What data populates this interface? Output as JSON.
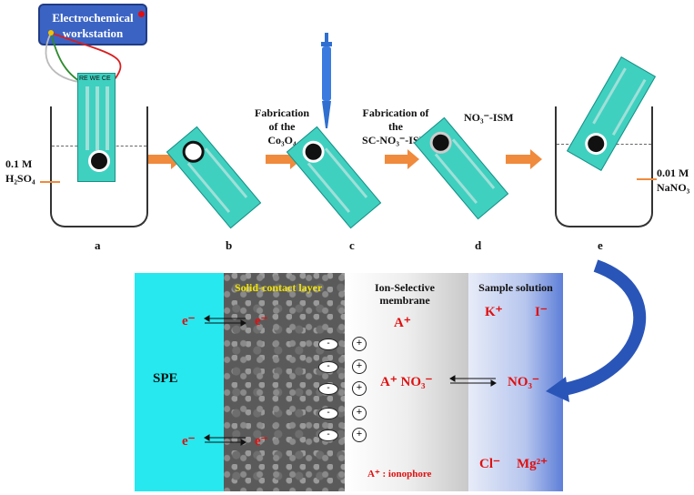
{
  "workstation": {
    "line1": "Electrochemical",
    "line2": "workstation"
  },
  "electrode_labels": "RE WE CE",
  "left_solution": {
    "conc": "0.1 M",
    "name": "H₂SO₄"
  },
  "right_solution": {
    "conc": "0.01 M",
    "name": "NaNO₃"
  },
  "steps": {
    "step1": {
      "line1": "Fabrication",
      "line2": "of the",
      "line3": "Co₃O₄"
    },
    "step2": {
      "line1": "Fabrication of",
      "line2": "the",
      "line3": "SC-NO₃⁻-ISM"
    },
    "ism_label": "NO₃⁻-ISM"
  },
  "stage_letters": [
    "a",
    "b",
    "c",
    "d",
    "e"
  ],
  "bottom": {
    "spe": "SPE",
    "solid_contact": "Solid-contact layer",
    "ism_head_1": "Ion-Selective",
    "ism_head_2": "membrane",
    "sample_head": "Sample solution",
    "electron": "e⁻",
    "a_plus": "A⁺",
    "a_no3": "A⁺ NO₃⁻",
    "no3": "NO₃⁻",
    "k_plus": "K⁺",
    "iodide": "I⁻",
    "chloride": "Cl⁻",
    "magnesium": "Mg²⁺",
    "ionophore": "A⁺ : ionophore",
    "minus_sign": "-",
    "plus_sign": "+"
  },
  "colors": {
    "chip": "#3fd0c0",
    "arrow": "#f08a3c",
    "workstation": "#3b63c4",
    "spe": "#27e8ef",
    "ion_red": "#e01010",
    "curved_arrow": "#2a55b8"
  }
}
